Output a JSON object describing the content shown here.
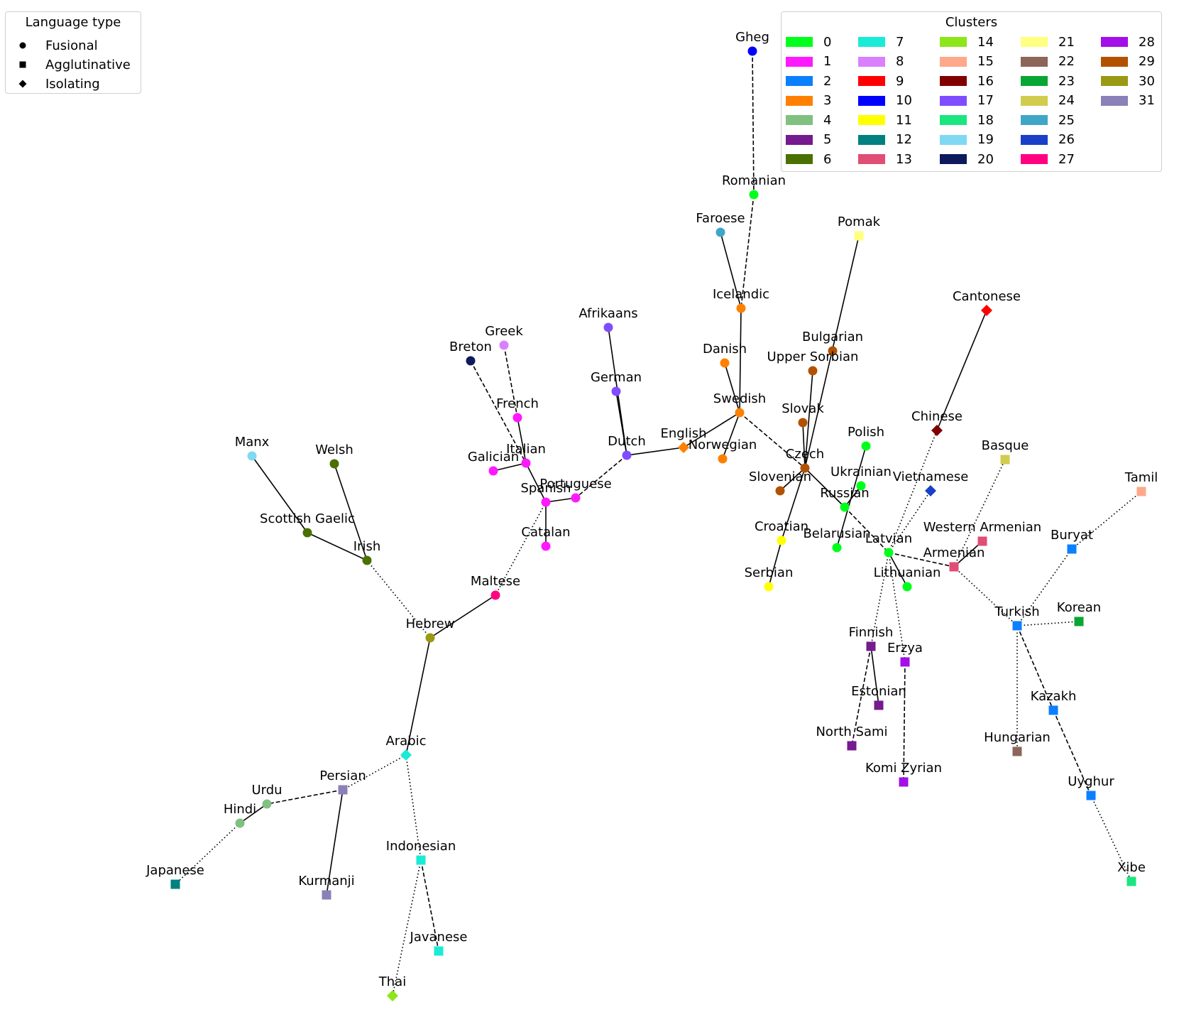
{
  "legend_type": {
    "title": "Language type",
    "items": [
      {
        "label": "Fusional",
        "shape": "circle"
      },
      {
        "label": "Agglutinative",
        "shape": "square"
      },
      {
        "label": "Isolating",
        "shape": "diamond"
      }
    ]
  },
  "legend_clusters": {
    "title": "Clusters",
    "items": [
      {
        "label": "0",
        "color": "#00ff1a"
      },
      {
        "label": "1",
        "color": "#ff19ff"
      },
      {
        "label": "2",
        "color": "#0a80ff"
      },
      {
        "label": "3",
        "color": "#ff8000"
      },
      {
        "label": "4",
        "color": "#80c080"
      },
      {
        "label": "5",
        "color": "#751a8f"
      },
      {
        "label": "6",
        "color": "#4a7000"
      },
      {
        "label": "7",
        "color": "#1aebd6"
      },
      {
        "label": "8",
        "color": "#d980ff"
      },
      {
        "label": "9",
        "color": "#ff0000"
      },
      {
        "label": "10",
        "color": "#0000ff"
      },
      {
        "label": "11",
        "color": "#ffff00"
      },
      {
        "label": "12",
        "color": "#008080"
      },
      {
        "label": "13",
        "color": "#e04d75"
      },
      {
        "label": "14",
        "color": "#8ce619"
      },
      {
        "label": "15",
        "color": "#ffa88a"
      },
      {
        "label": "16",
        "color": "#800000"
      },
      {
        "label": "17",
        "color": "#7f4dff"
      },
      {
        "label": "18",
        "color": "#1ae680"
      },
      {
        "label": "19",
        "color": "#80d9f2"
      },
      {
        "label": "20",
        "color": "#0d1a5c"
      },
      {
        "label": "21",
        "color": "#ffff80"
      },
      {
        "label": "22",
        "color": "#8c6659"
      },
      {
        "label": "23",
        "color": "#0aa633"
      },
      {
        "label": "24",
        "color": "#d1cc4d"
      },
      {
        "label": "25",
        "color": "#40a6c7"
      },
      {
        "label": "26",
        "color": "#1a40c7"
      },
      {
        "label": "27",
        "color": "#ff0080"
      },
      {
        "label": "28",
        "color": "#a30fe6"
      },
      {
        "label": "29",
        "color": "#b25200"
      },
      {
        "label": "30",
        "color": "#999914"
      },
      {
        "label": "31",
        "color": "#8c80b8"
      }
    ]
  },
  "nodes": [
    {
      "id": "Gheg",
      "label": "Gheg",
      "shape": "circle",
      "cluster": 10
    },
    {
      "id": "Romanian",
      "label": "Romanian",
      "shape": "circle",
      "cluster": 0
    },
    {
      "id": "Faroese",
      "label": "Faroese",
      "shape": "circle",
      "cluster": 25
    },
    {
      "id": "Pomak",
      "label": "Pomak",
      "shape": "square",
      "cluster": 21
    },
    {
      "id": "Icelandic",
      "label": "Icelandic",
      "shape": "circle",
      "cluster": 3
    },
    {
      "id": "Cantonese",
      "label": "Cantonese",
      "shape": "diamond",
      "cluster": 9
    },
    {
      "id": "Afrikaans",
      "label": "Afrikaans",
      "shape": "circle",
      "cluster": 17
    },
    {
      "id": "Greek",
      "label": "Greek",
      "shape": "circle",
      "cluster": 8
    },
    {
      "id": "Bulgarian",
      "label": "Bulgarian",
      "shape": "circle",
      "cluster": 29
    },
    {
      "id": "Breton",
      "label": "Breton",
      "shape": "circle",
      "cluster": 20
    },
    {
      "id": "Danish",
      "label": "Danish",
      "shape": "circle",
      "cluster": 3
    },
    {
      "id": "UpperSorbian",
      "label": "Upper Sorbian",
      "shape": "circle",
      "cluster": 29
    },
    {
      "id": "German",
      "label": "German",
      "shape": "circle",
      "cluster": 17
    },
    {
      "id": "Swedish",
      "label": "Swedish",
      "shape": "circle",
      "cluster": 3
    },
    {
      "id": "French",
      "label": "French",
      "shape": "circle",
      "cluster": 1
    },
    {
      "id": "Slovak",
      "label": "Slovak",
      "shape": "circle",
      "cluster": 29
    },
    {
      "id": "Chinese",
      "label": "Chinese",
      "shape": "diamond",
      "cluster": 16
    },
    {
      "id": "Polish",
      "label": "Polish",
      "shape": "circle",
      "cluster": 0
    },
    {
      "id": "English",
      "label": "English",
      "shape": "diamond",
      "cluster": 3
    },
    {
      "id": "Manx",
      "label": "Manx",
      "shape": "circle",
      "cluster": 19
    },
    {
      "id": "Dutch",
      "label": "Dutch",
      "shape": "circle",
      "cluster": 17
    },
    {
      "id": "Italian",
      "label": "Italian",
      "shape": "circle",
      "cluster": 1
    },
    {
      "id": "Norwegian",
      "label": "Norwegian",
      "shape": "circle",
      "cluster": 3
    },
    {
      "id": "Czech",
      "label": "Czech",
      "shape": "circle",
      "cluster": 29
    },
    {
      "id": "Basque",
      "label": "Basque",
      "shape": "square",
      "cluster": 24
    },
    {
      "id": "Welsh",
      "label": "Welsh",
      "shape": "circle",
      "cluster": 6
    },
    {
      "id": "Galician",
      "label": "Galician",
      "shape": "circle",
      "cluster": 1
    },
    {
      "id": "Ukrainian",
      "label": "Ukrainian",
      "shape": "circle",
      "cluster": 0
    },
    {
      "id": "Slovenian",
      "label": "Slovenian",
      "shape": "circle",
      "cluster": 29
    },
    {
      "id": "Vietnamese",
      "label": "Vietnamese",
      "shape": "diamond",
      "cluster": 26
    },
    {
      "id": "Tamil",
      "label": "Tamil",
      "shape": "square",
      "cluster": 15
    },
    {
      "id": "Portuguese",
      "label": "Portuguese",
      "shape": "circle",
      "cluster": 1
    },
    {
      "id": "Spanish",
      "label": "Spanish",
      "shape": "circle",
      "cluster": 1
    },
    {
      "id": "Russian",
      "label": "Russian",
      "shape": "circle",
      "cluster": 0
    },
    {
      "id": "ScottishGaelic",
      "label": "Scottish Gaelic",
      "shape": "circle",
      "cluster": 6
    },
    {
      "id": "Croatian",
      "label": "Croatian",
      "shape": "circle",
      "cluster": 11
    },
    {
      "id": "WesternArmenian",
      "label": "Western Armenian",
      "shape": "square",
      "cluster": 13
    },
    {
      "id": "Catalan",
      "label": "Catalan",
      "shape": "circle",
      "cluster": 1
    },
    {
      "id": "Belarusian",
      "label": "Belarusian",
      "shape": "circle",
      "cluster": 0
    },
    {
      "id": "Latvian",
      "label": "Latvian",
      "shape": "circle",
      "cluster": 0
    },
    {
      "id": "Buryat",
      "label": "Buryat",
      "shape": "square",
      "cluster": 2
    },
    {
      "id": "Irish",
      "label": "Irish",
      "shape": "circle",
      "cluster": 6
    },
    {
      "id": "Armenian",
      "label": "Armenian",
      "shape": "square",
      "cluster": 13
    },
    {
      "id": "Serbian",
      "label": "Serbian",
      "shape": "circle",
      "cluster": 11
    },
    {
      "id": "Lithuanian",
      "label": "Lithuanian",
      "shape": "circle",
      "cluster": 0
    },
    {
      "id": "Maltese",
      "label": "Maltese",
      "shape": "circle",
      "cluster": 27
    },
    {
      "id": "Korean",
      "label": "Korean",
      "shape": "square",
      "cluster": 23
    },
    {
      "id": "Turkish",
      "label": "Turkish",
      "shape": "square",
      "cluster": 2
    },
    {
      "id": "Hebrew",
      "label": "Hebrew",
      "shape": "circle",
      "cluster": 30
    },
    {
      "id": "Finnish",
      "label": "Finnish",
      "shape": "square",
      "cluster": 5
    },
    {
      "id": "Erzya",
      "label": "Erzya",
      "shape": "square",
      "cluster": 28
    },
    {
      "id": "Estonian",
      "label": "Estonian",
      "shape": "square",
      "cluster": 5
    },
    {
      "id": "Kazakh",
      "label": "Kazakh",
      "shape": "square",
      "cluster": 2
    },
    {
      "id": "NorthSami",
      "label": "North Sami",
      "shape": "square",
      "cluster": 5
    },
    {
      "id": "Hungarian",
      "label": "Hungarian",
      "shape": "square",
      "cluster": 22
    },
    {
      "id": "Arabic",
      "label": "Arabic",
      "shape": "diamond",
      "cluster": 7
    },
    {
      "id": "KomiZyrian",
      "label": "Komi Zyrian",
      "shape": "square",
      "cluster": 28
    },
    {
      "id": "Persian",
      "label": "Persian",
      "shape": "square",
      "cluster": 31
    },
    {
      "id": "Urdu",
      "label": "Urdu",
      "shape": "circle",
      "cluster": 4
    },
    {
      "id": "Uyghur",
      "label": "Uyghur",
      "shape": "square",
      "cluster": 2
    },
    {
      "id": "Hindi",
      "label": "Hindi",
      "shape": "circle",
      "cluster": 4
    },
    {
      "id": "Indonesian",
      "label": "Indonesian",
      "shape": "square",
      "cluster": 7
    },
    {
      "id": "Japanese",
      "label": "Japanese",
      "shape": "square",
      "cluster": 12
    },
    {
      "id": "Kurmanji",
      "label": "Kurmanji",
      "shape": "square",
      "cluster": 31
    },
    {
      "id": "Xibe",
      "label": "Xibe",
      "shape": "square",
      "cluster": 18
    },
    {
      "id": "Javanese",
      "label": "Javanese",
      "shape": "square",
      "cluster": 7
    },
    {
      "id": "Thai",
      "label": "Thai",
      "shape": "diamond",
      "cluster": 14
    }
  ],
  "edges": [
    {
      "from": "Gheg",
      "to": "Romanian",
      "style": "dashed"
    },
    {
      "from": "Romanian",
      "to": "Icelandic",
      "style": "dashed"
    },
    {
      "from": "Faroese",
      "to": "Icelandic",
      "style": "solid"
    },
    {
      "from": "Icelandic",
      "to": "Swedish",
      "style": "solid"
    },
    {
      "from": "Danish",
      "to": "Swedish",
      "style": "solid"
    },
    {
      "from": "Swedish",
      "to": "Norwegian",
      "style": "solid"
    },
    {
      "from": "Swedish",
      "to": "English",
      "style": "solid"
    },
    {
      "from": "Swedish",
      "to": "Czech",
      "style": "dashed"
    },
    {
      "from": "English",
      "to": "Dutch",
      "style": "solid"
    },
    {
      "from": "Afrikaans",
      "to": "Dutch",
      "style": "solid"
    },
    {
      "from": "German",
      "to": "Dutch",
      "style": "solid"
    },
    {
      "from": "Dutch",
      "to": "Portuguese",
      "style": "dashed"
    },
    {
      "from": "Portuguese",
      "to": "Spanish",
      "style": "solid"
    },
    {
      "from": "Spanish",
      "to": "Italian",
      "style": "solid"
    },
    {
      "from": "Spanish",
      "to": "Catalan",
      "style": "solid"
    },
    {
      "from": "Italian",
      "to": "French",
      "style": "solid"
    },
    {
      "from": "Italian",
      "to": "Galician",
      "style": "solid"
    },
    {
      "from": "Greek",
      "to": "French",
      "style": "dashed"
    },
    {
      "from": "Breton",
      "to": "Italian",
      "style": "dashed"
    },
    {
      "from": "Spanish",
      "to": "Maltese",
      "style": "dotted"
    },
    {
      "from": "Maltese",
      "to": "Hebrew",
      "style": "solid"
    },
    {
      "from": "Irish",
      "to": "Hebrew",
      "style": "dotted"
    },
    {
      "from": "ScottishGaelic",
      "to": "Irish",
      "style": "solid"
    },
    {
      "from": "Manx",
      "to": "ScottishGaelic",
      "style": "solid"
    },
    {
      "from": "Welsh",
      "to": "Irish",
      "style": "solid"
    },
    {
      "from": "Hebrew",
      "to": "Arabic",
      "style": "solid"
    },
    {
      "from": "Arabic",
      "to": "Persian",
      "style": "dotted"
    },
    {
      "from": "Arabic",
      "to": "Indonesian",
      "style": "dotted"
    },
    {
      "from": "Persian",
      "to": "Urdu",
      "style": "dashed"
    },
    {
      "from": "Persian",
      "to": "Kurmanji",
      "style": "solid"
    },
    {
      "from": "Urdu",
      "to": "Hindi",
      "style": "solid"
    },
    {
      "from": "Hindi",
      "to": "Japanese",
      "style": "dotted"
    },
    {
      "from": "Indonesian",
      "to": "Javanese",
      "style": "dashed"
    },
    {
      "from": "Indonesian",
      "to": "Thai",
      "style": "dotted"
    },
    {
      "from": "Pomak",
      "to": "Czech",
      "style": "solid"
    },
    {
      "from": "UpperSorbian",
      "to": "Czech",
      "style": "solid"
    },
    {
      "from": "Slovak",
      "to": "Czech",
      "style": "solid"
    },
    {
      "from": "Czech",
      "to": "Slovenian",
      "style": "solid"
    },
    {
      "from": "Czech",
      "to": "Croatian",
      "style": "solid"
    },
    {
      "from": "Croatian",
      "to": "Serbian",
      "style": "solid"
    },
    {
      "from": "Czech",
      "to": "Russian",
      "style": "solid"
    },
    {
      "from": "Polish",
      "to": "Belarusian",
      "style": "solid"
    },
    {
      "from": "Ukrainian",
      "to": "Russian",
      "style": "solid"
    },
    {
      "from": "Russian",
      "to": "Latvian",
      "style": "dashed"
    },
    {
      "from": "Latvian",
      "to": "Lithuanian",
      "style": "solid"
    },
    {
      "from": "Latvian",
      "to": "Chinese",
      "style": "dotted"
    },
    {
      "from": "Chinese",
      "to": "Cantonese",
      "style": "solid"
    },
    {
      "from": "Latvian",
      "to": "Vietnamese",
      "style": "dotted"
    },
    {
      "from": "Latvian",
      "to": "Armenian",
      "style": "dashed"
    },
    {
      "from": "Latvian",
      "to": "Finnish",
      "style": "dotted"
    },
    {
      "from": "Latvian",
      "to": "Erzya",
      "style": "dotted"
    },
    {
      "from": "Armenian",
      "to": "WesternArmenian",
      "style": "solid"
    },
    {
      "from": "Armenian",
      "to": "Basque",
      "style": "dotted"
    },
    {
      "from": "Armenian",
      "to": "Turkish",
      "style": "dotted"
    },
    {
      "from": "Turkish",
      "to": "Buryat",
      "style": "dotted"
    },
    {
      "from": "Buryat",
      "to": "Tamil",
      "style": "dotted"
    },
    {
      "from": "Turkish",
      "to": "Korean",
      "style": "dotted"
    },
    {
      "from": "Turkish",
      "to": "Hungarian",
      "style": "dotted"
    },
    {
      "from": "Turkish",
      "to": "Kazakh",
      "style": "dashed"
    },
    {
      "from": "Kazakh",
      "to": "Uyghur",
      "style": "dashed"
    },
    {
      "from": "Uyghur",
      "to": "Xibe",
      "style": "dotted"
    },
    {
      "from": "Finnish",
      "to": "Estonian",
      "style": "solid"
    },
    {
      "from": "Finnish",
      "to": "NorthSami",
      "style": "dashed"
    },
    {
      "from": "Erzya",
      "to": "KomiZyrian",
      "style": "dashed"
    }
  ]
}
